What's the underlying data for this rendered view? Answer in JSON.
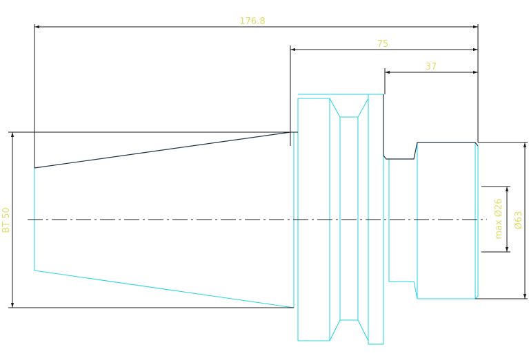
{
  "drawing": {
    "dimensions": {
      "overall_length": "176.8",
      "length_75": "75",
      "length_37": "37",
      "taper": "BT 50",
      "bore": "max Ø26",
      "diameter": "Ø63"
    },
    "colors": {
      "outline": "#22d3e0",
      "dimension": "#1a1a1a",
      "text": "#e0dc6a",
      "background": "#ffffff"
    }
  }
}
